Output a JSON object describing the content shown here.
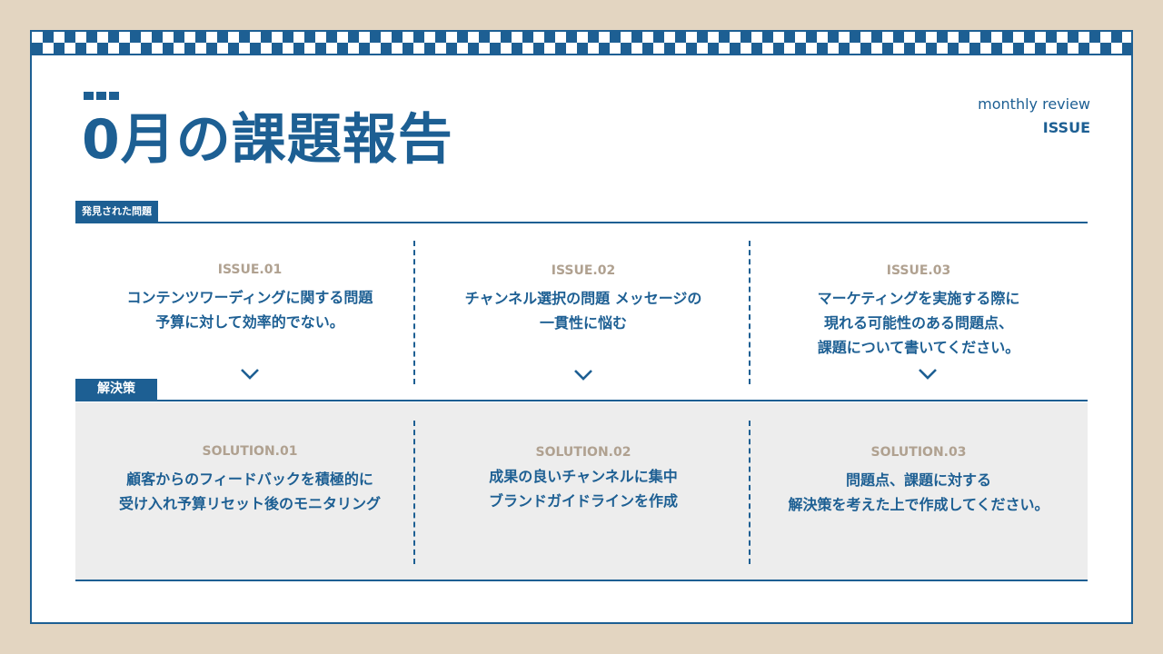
{
  "header": {
    "title": "0月の課題報告",
    "subtitle": "monthly review",
    "tag": "ISSUE"
  },
  "sections": {
    "issues_label": "発見された問題",
    "solutions_label": "解決策"
  },
  "issues": [
    {
      "heading": "ISSUE.01",
      "lines": [
        "コンテンツワーディングに関する問題",
        "予算に対して効率的でない。"
      ]
    },
    {
      "heading": "ISSUE.02",
      "lines": [
        "チャンネル選択の問題 メッセージの",
        "一貫性に悩む"
      ]
    },
    {
      "heading": "ISSUE.03",
      "lines": [
        "マーケティングを実施する際に",
        "現れる可能性のある問題点、",
        "課題について書いてください。"
      ]
    }
  ],
  "solutions": [
    {
      "heading": "SOLUTION.01",
      "lines": [
        "顧客からのフィードバックを積極的に",
        "受け入れ予算リセット後のモニタリング"
      ]
    },
    {
      "heading": "SOLUTION.02",
      "lines": [
        "成果の良いチャンネルに集中",
        "ブランドガイドラインを作成"
      ]
    },
    {
      "heading": "SOLUTION.03",
      "lines": [
        "問題点、課題に対する",
        "解決策を考えた上で作成してください。"
      ]
    }
  ],
  "colors": {
    "primary": "#1d5f93",
    "accent": "#b0a190",
    "background": "#e3d5c1",
    "panel": "#ededed"
  },
  "icons": {
    "chevron": "chevron-down-icon"
  }
}
